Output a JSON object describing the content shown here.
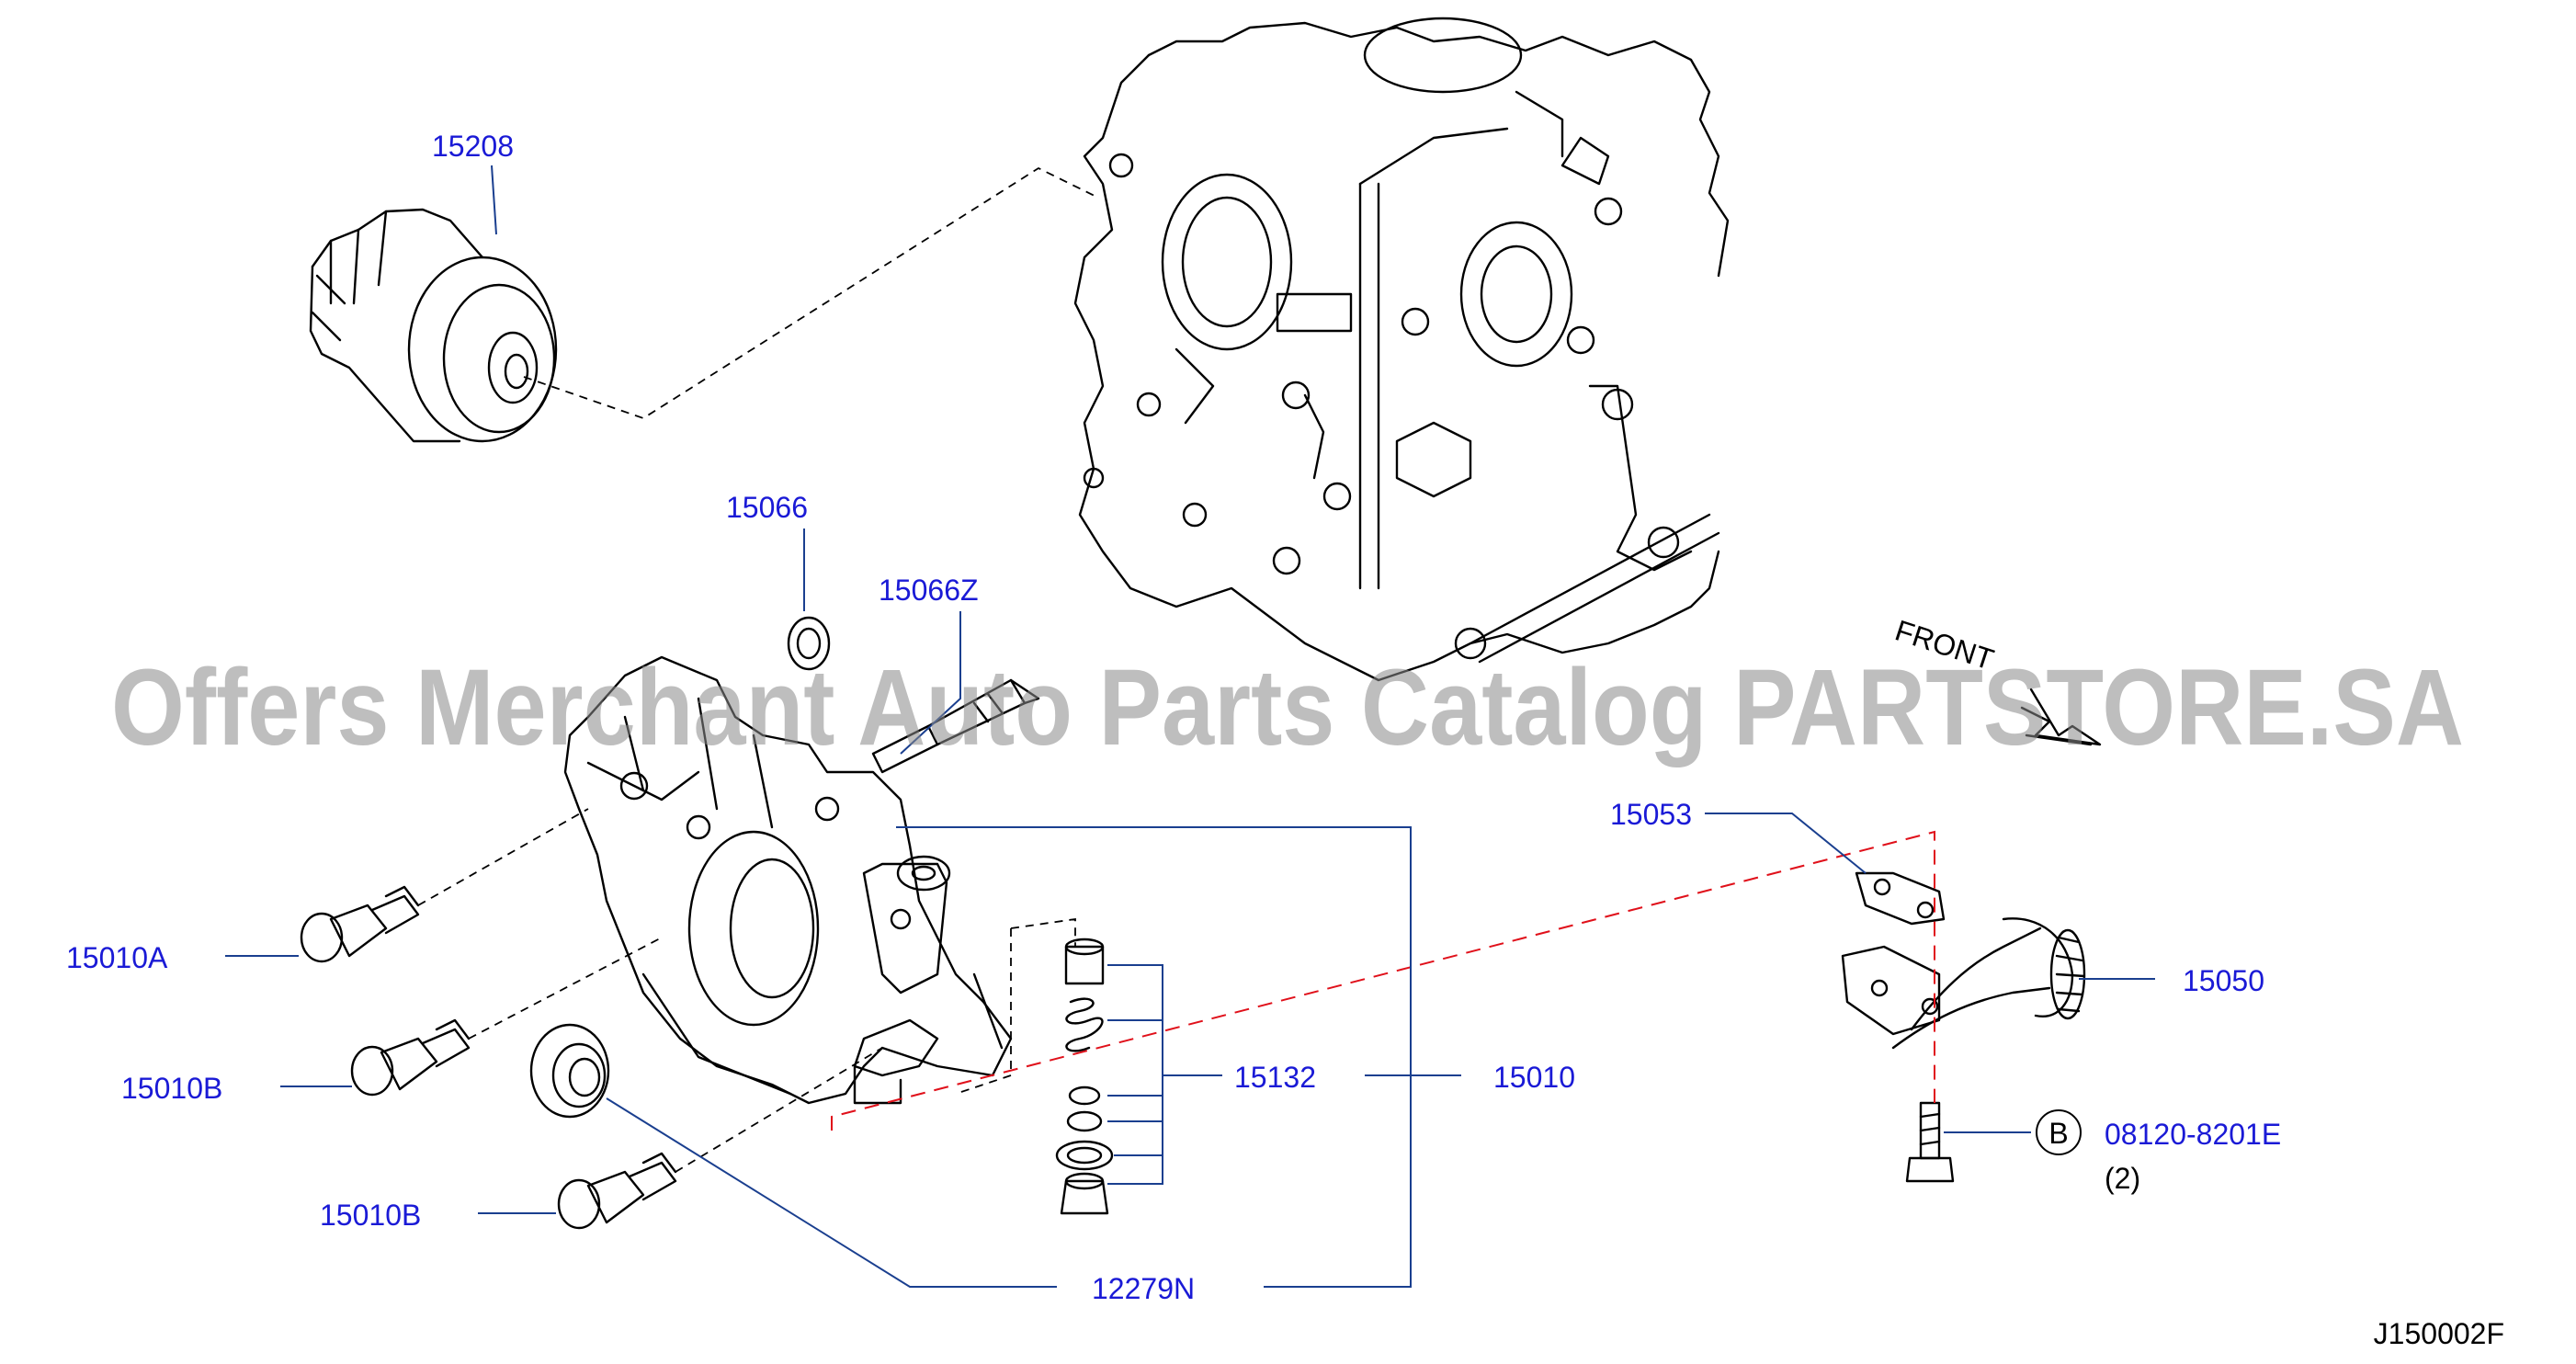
{
  "diagram": {
    "code": "J150002F",
    "front_label": "FRONT",
    "watermark": "Offers Merchant Auto Parts Catalog PARTSTORE.SA",
    "parts": [
      {
        "id": "oil-filter",
        "number": "15208"
      },
      {
        "id": "o-ring",
        "number": "15066"
      },
      {
        "id": "oil-pressure-switch",
        "number": "15066Z"
      },
      {
        "id": "bolt-a",
        "number": "15010A"
      },
      {
        "id": "bolt-b-upper",
        "number": "15010B"
      },
      {
        "id": "bolt-b-lower",
        "number": "15010B"
      },
      {
        "id": "relief-valve-set",
        "number": "15132"
      },
      {
        "id": "oil-pump-assembly",
        "number": "15010"
      },
      {
        "id": "front-oil-seal",
        "number": "12279N"
      },
      {
        "id": "strainer-gasket",
        "number": "15053"
      },
      {
        "id": "oil-strainer",
        "number": "15050"
      },
      {
        "id": "strainer-bolt",
        "number": "08120-8201E",
        "callout": "B",
        "quantity": "(2)"
      }
    ]
  }
}
